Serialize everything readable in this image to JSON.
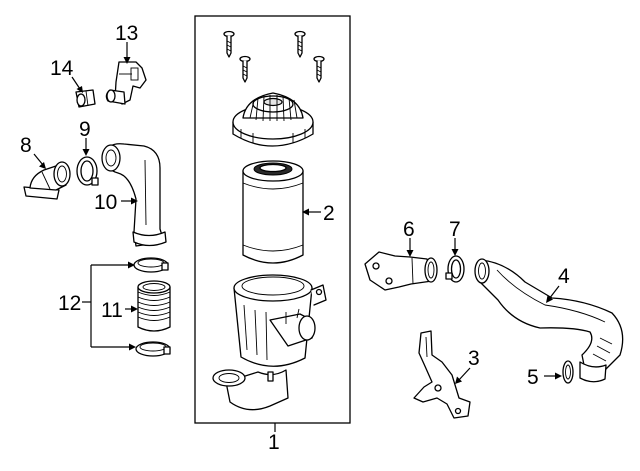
{
  "callouts": [
    "1",
    "2",
    "3",
    "4",
    "5",
    "6",
    "7",
    "8",
    "9",
    "10",
    "11",
    "12",
    "13",
    "14"
  ]
}
